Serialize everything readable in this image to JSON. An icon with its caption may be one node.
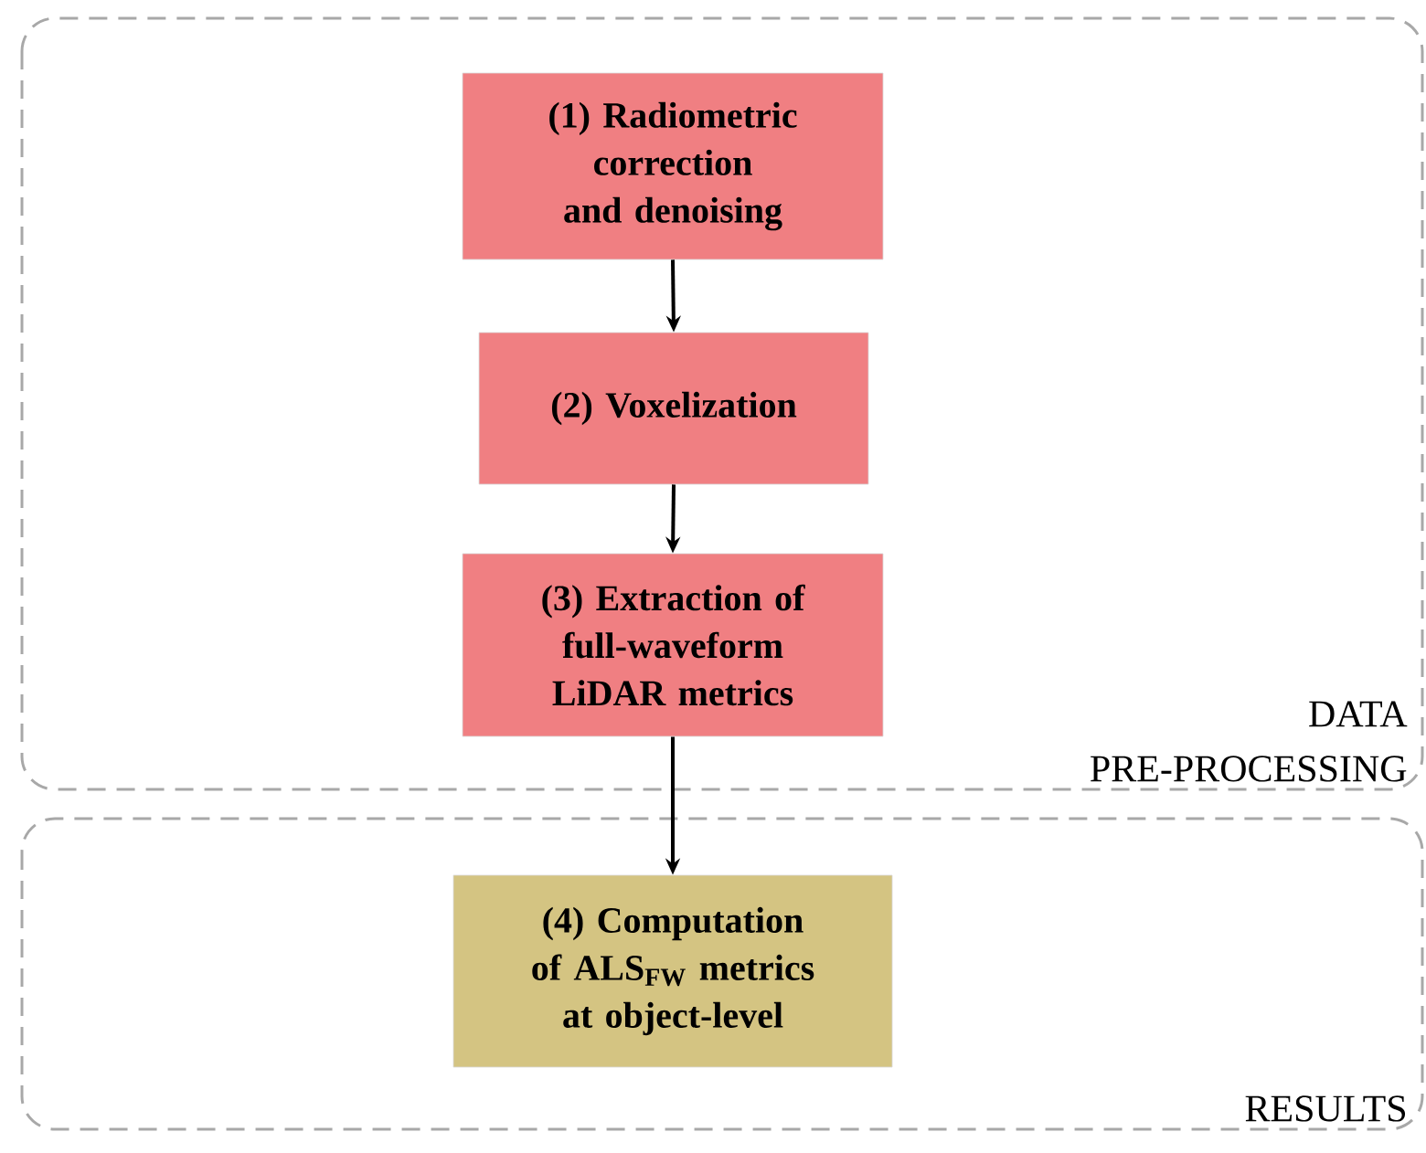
{
  "diagram": {
    "nodes": [
      {
        "text": [
          "DATA PRE-PROCESSING"
        ]
      },
      {
        "text": [
          "(1) Radiometric correction and denoising"
        ],
        "in": 0
      },
      {
        "text": [
          "(2) Voxelization"
        ],
        "in": 0
      },
      {
        "text": [
          "(3) Extraction of full-waveform LiDAR metrics"
        ],
        "in": 0
      },
      {
        "text": [
          "RESULTS"
        ]
      },
      {
        "text": [
          "(4) Computation of ALS$_{FW}$ metrics at object-level"
        ],
        "in": 4
      }
    ],
    "edges": [
      {
        "from": 1,
        "to": 2,
        "arrow": "to"
      },
      {
        "from": 2,
        "to": 3,
        "arrow": "to"
      },
      {
        "from": 3,
        "to": 5,
        "arrow": "to"
      }
    ]
  }
}
